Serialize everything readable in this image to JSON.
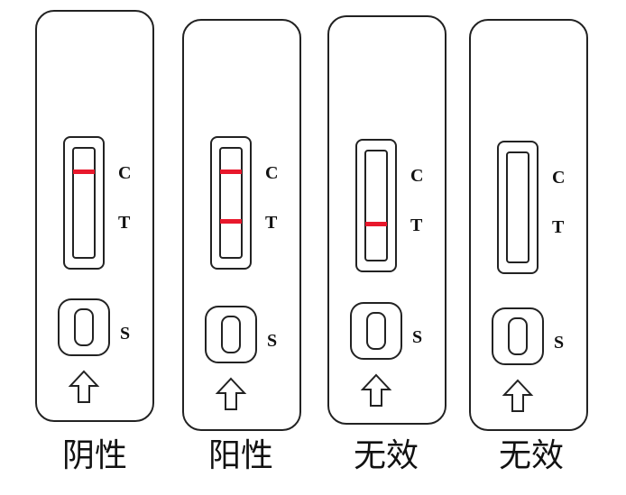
{
  "cassettes": [
    {
      "caption": "阴性",
      "c_label": "C",
      "t_label": "T",
      "s_label": "S",
      "c_line": true,
      "t_line": false
    },
    {
      "caption": "阳性",
      "c_label": "C",
      "t_label": "T",
      "s_label": "S",
      "c_line": true,
      "t_line": true
    },
    {
      "caption": "无效",
      "c_label": "C",
      "t_label": "T",
      "s_label": "S",
      "c_line": false,
      "t_line": true
    },
    {
      "caption": "无效",
      "c_label": "C",
      "t_label": "T",
      "s_label": "S",
      "c_line": false,
      "t_line": false
    }
  ],
  "colors": {
    "outline": "#222222",
    "band": "#e8182c",
    "background": "#ffffff"
  }
}
